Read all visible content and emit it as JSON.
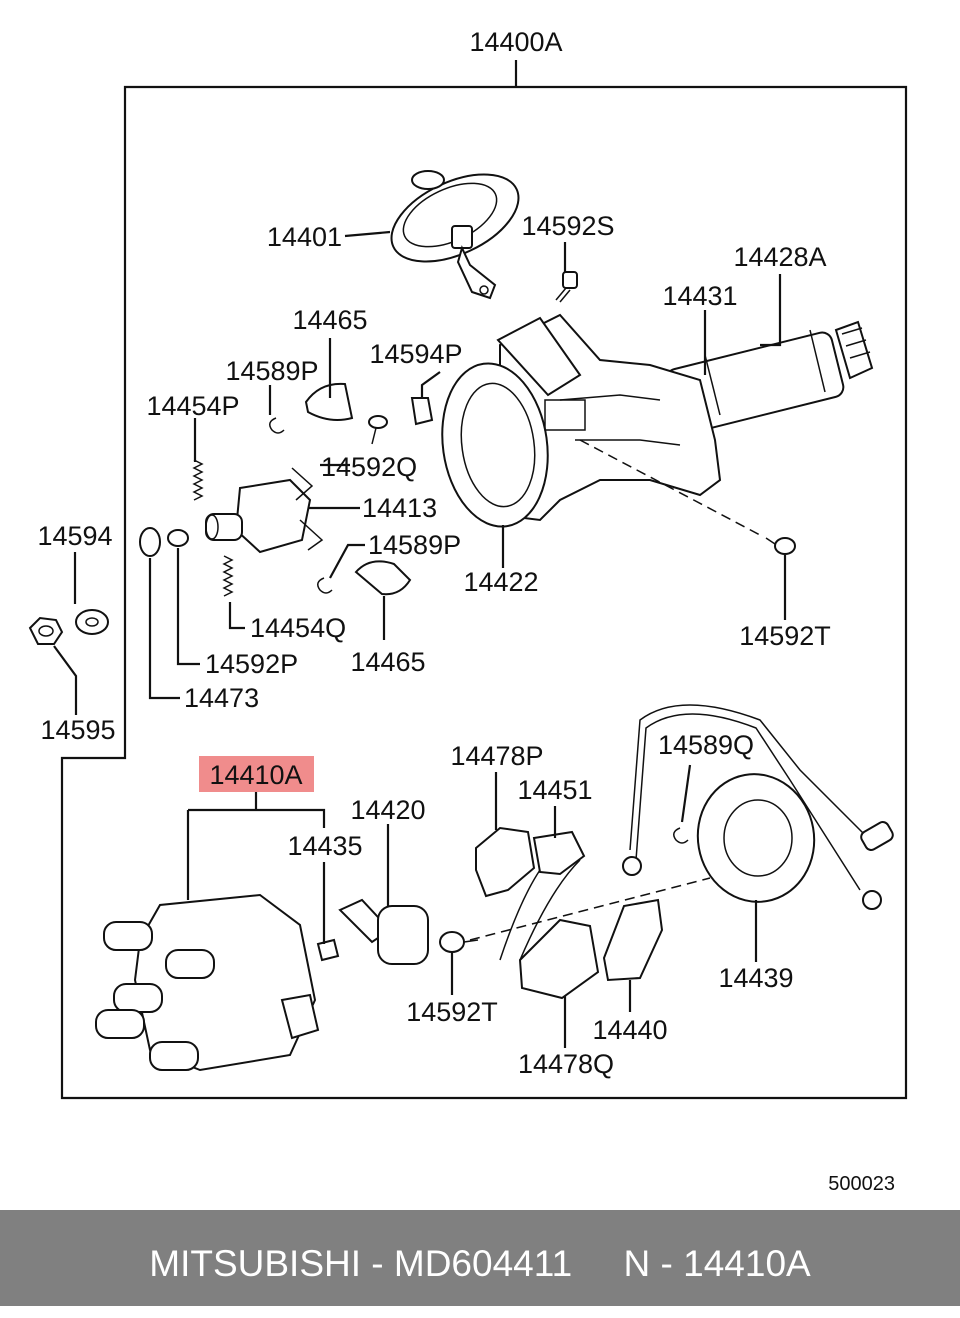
{
  "diagram": {
    "labels": {
      "assembly": "14400A",
      "vacuum_advance": "14401",
      "screw_s": "14592S",
      "shaft_gear": "14428A",
      "shaft": "14431",
      "weight_top": "14465",
      "clip_p_top": "14589P",
      "clamp": "14594P",
      "spring_p": "14454P",
      "screw_q": "14592Q",
      "cam": "14413",
      "clip_p_mid": "14589P",
      "washer": "14594",
      "housing": "14422",
      "spring_q": "14454Q",
      "nut": "14595",
      "screw_p": "14592P",
      "weight_bottom": "14465",
      "screw_t_right": "14592T",
      "cap_small": "14473",
      "cap_assembly_highlighted": "14410A",
      "bracket_p": "14478P",
      "clip_q": "14589Q",
      "module": "14451",
      "rotor": "14420",
      "carbon": "14435",
      "pickup_plate": "14439",
      "screw_t_bottom": "14592T",
      "igniter": "14440",
      "bracket_q": "14478Q"
    },
    "diagram_number": "500023",
    "highlight_color": "#f08c8c"
  },
  "footer": {
    "text": "MITSUBISHI - MD604411     N - 14410A",
    "background": "#808080"
  }
}
